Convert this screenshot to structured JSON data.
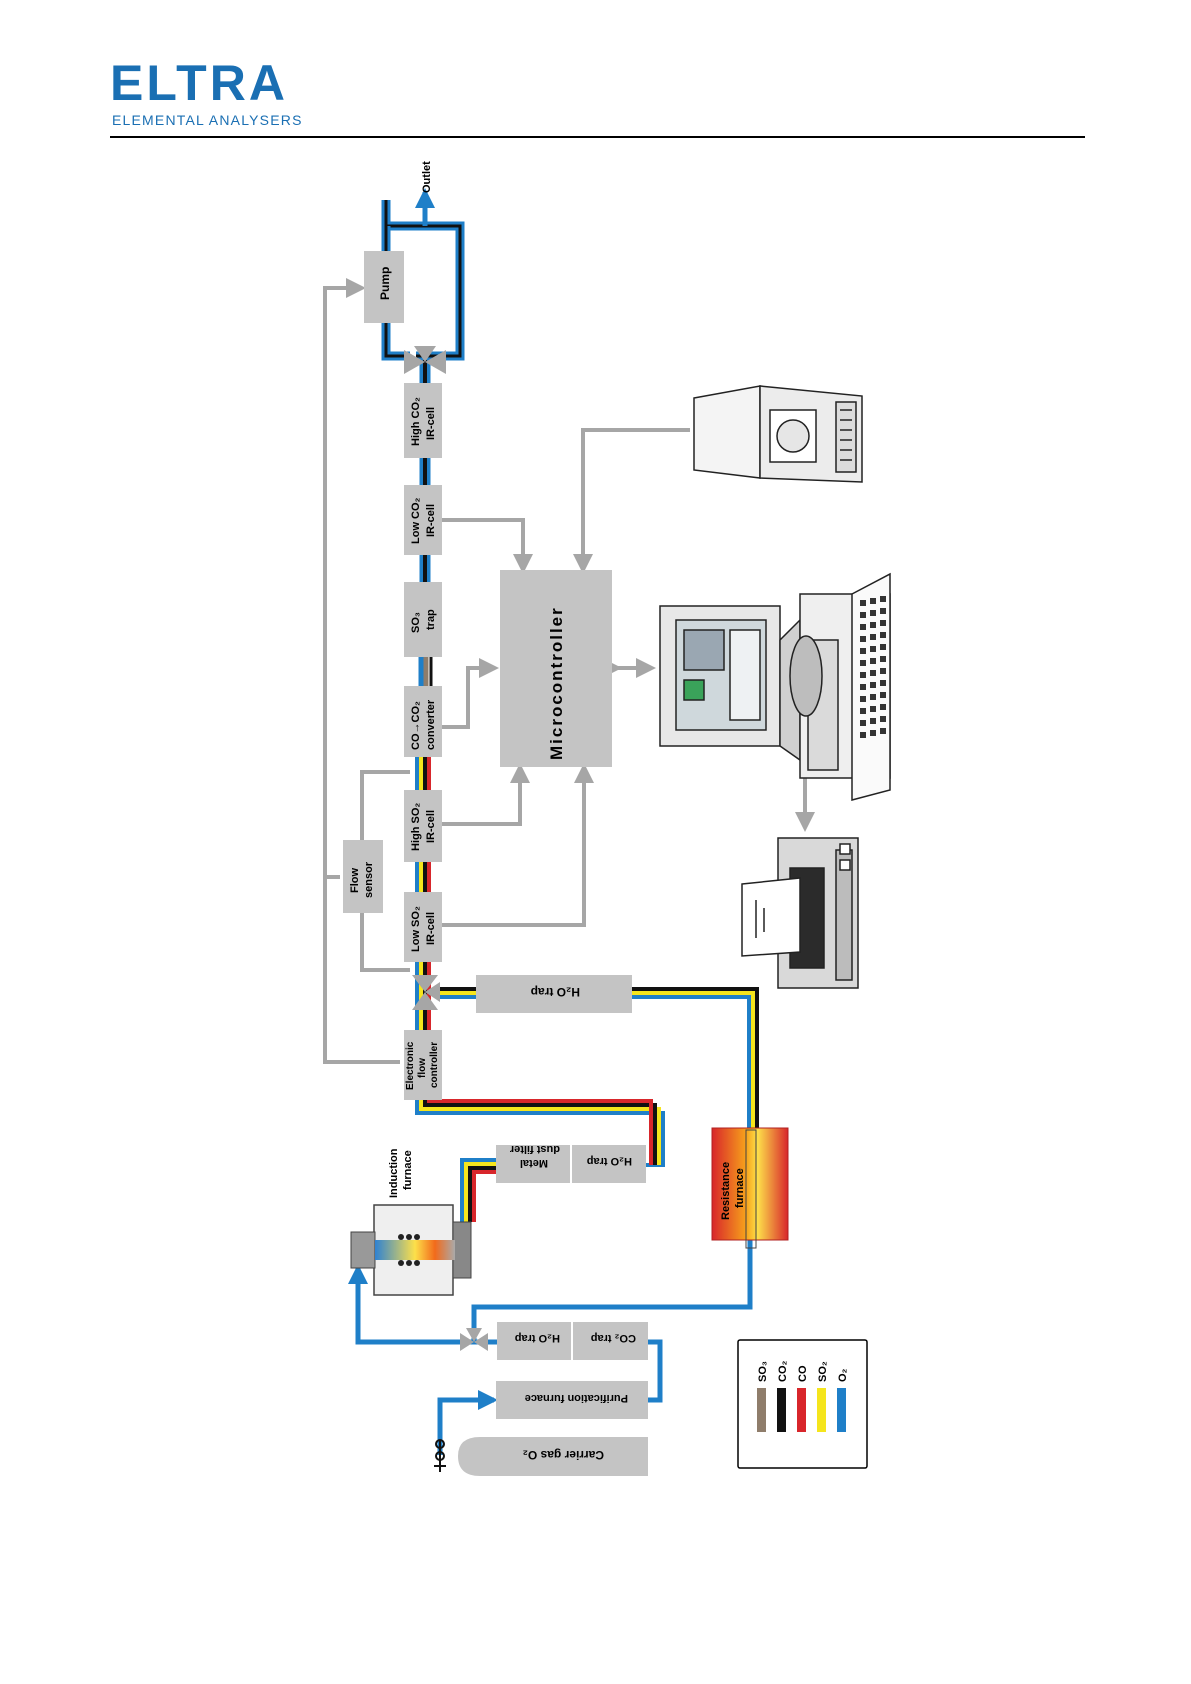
{
  "brand": {
    "name": "ELTRA",
    "tagline": "ELEMENTAL ANALYSERS",
    "color": "#1a6fb3"
  },
  "boxes": {
    "outlet": "Outlet",
    "pump": "Pump",
    "high_co2": [
      "High CO₂",
      "IR-cell"
    ],
    "low_co2": [
      "Low CO₂",
      "IR-cell"
    ],
    "so3_trap": [
      "SO₃",
      "trap"
    ],
    "converter": [
      "CO→CO₂",
      "converter"
    ],
    "high_so2": [
      "High SO₂",
      "IR-cell"
    ],
    "low_so2": [
      "Low SO₂",
      "IR-cell"
    ],
    "flow_sensor": [
      "Flow",
      "sensor"
    ],
    "efc": [
      "Electronic",
      "flow",
      "controller"
    ],
    "microcontroller": "Microcontroller",
    "h2o_trap_top": "H₂O trap",
    "h2o_trap_mid": "H₂O trap",
    "metal_dust": [
      "Metal",
      "dust filter"
    ],
    "induction": [
      "Induction",
      "furnace"
    ],
    "resistance": [
      "Resistance",
      "furnace"
    ],
    "h2o_trap_bottom": "H₂O trap",
    "co2_trap": "CO₂ trap",
    "purification": "Purification furnace",
    "carrier": "Carrier gas O₂"
  },
  "legend": {
    "items": [
      {
        "label": "SO₃",
        "color": "#8f7d6b"
      },
      {
        "label": "CO₂",
        "color": "#111111"
      },
      {
        "label": "CO",
        "color": "#d8262b"
      },
      {
        "label": "SO₂",
        "color": "#f5e51c"
      },
      {
        "label": "O₂",
        "color": "#1f7fc8"
      }
    ]
  },
  "colors": {
    "box_fill": "#c4c4c4",
    "signal_line": "#a6a6a6",
    "o2": "#1f7fc8",
    "so2": "#f5e51c",
    "co": "#d8262b",
    "co2": "#111111",
    "so3": "#8f7d6b"
  }
}
